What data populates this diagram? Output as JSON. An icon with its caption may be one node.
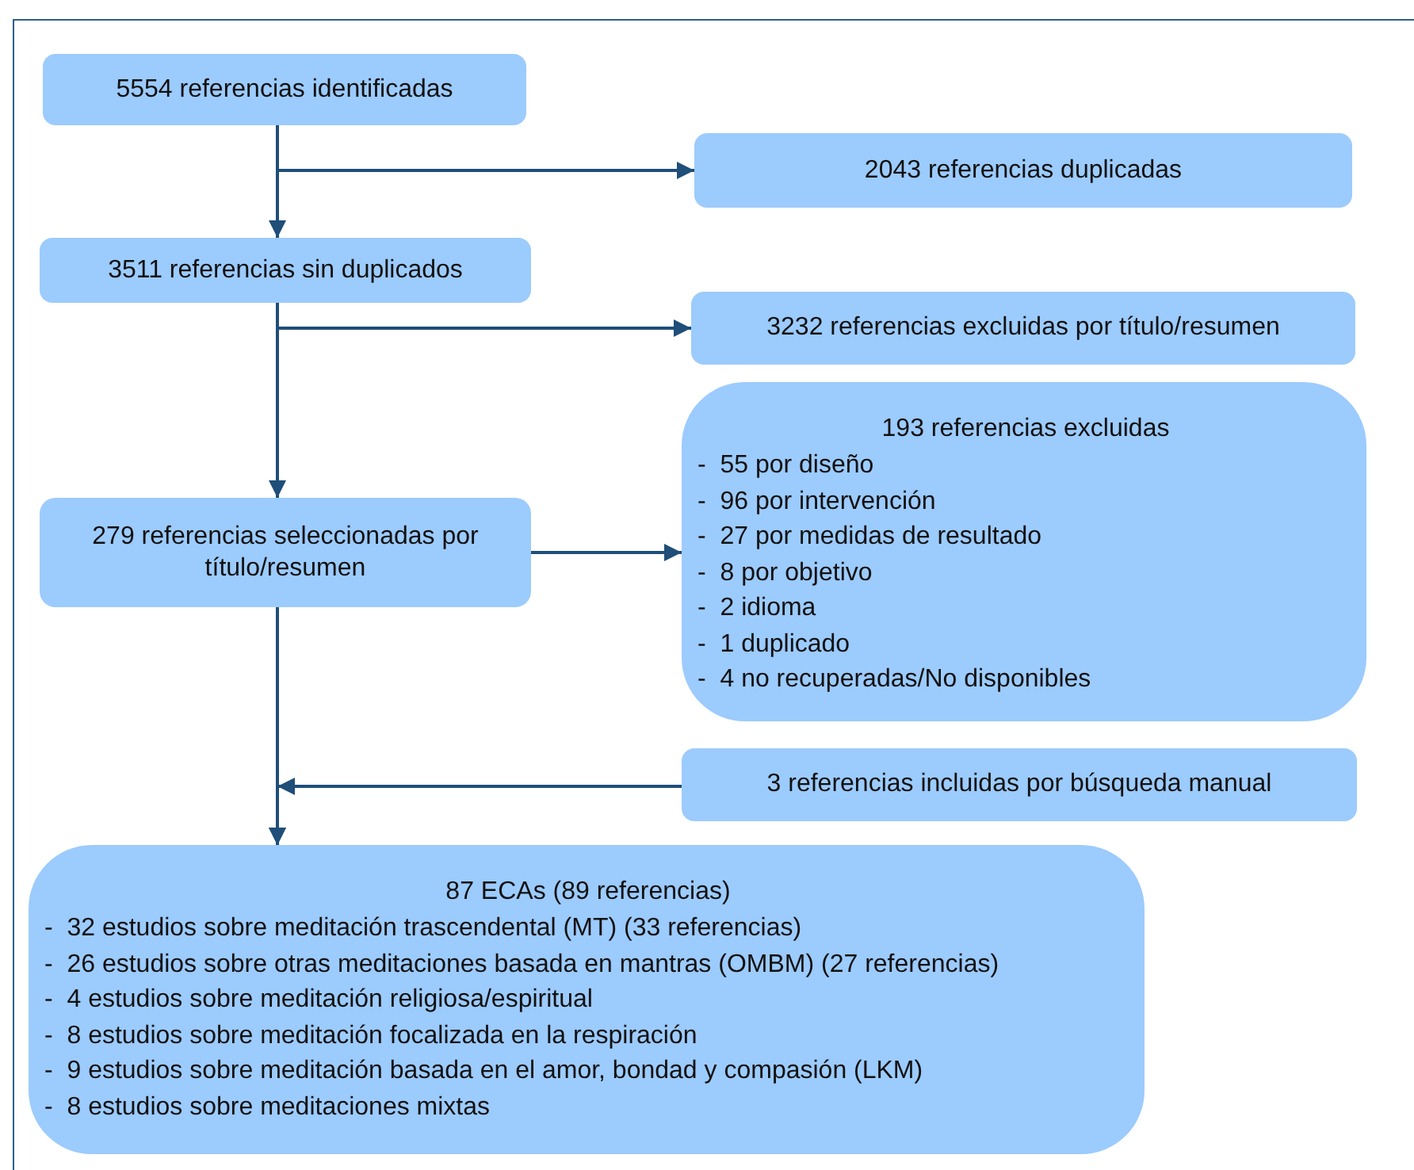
{
  "diagram": {
    "nodes": [
      {
        "text": [
          "5554 referencias identificadas"
        ]
      },
      {
        "text": [
          "2043 referencias duplicadas"
        ]
      },
      {
        "text": [
          "3511 referencias sin duplicados"
        ]
      },
      {
        "text": [
          "3232 referencias excluidas por título/resumen"
        ]
      },
      {
        "text": [
          "193 referencias excluidas",
          "-  55 por diseño",
          "-  96 por intervención",
          "-  27 por medidas de resultado",
          "-  8 por objetivo",
          "-  2 idioma",
          "-  1 duplicado",
          "-  4 no recuperadas/No disponibles"
        ]
      },
      {
        "text": [
          "279 referencias seleccionadas por título/resumen"
        ]
      },
      {
        "text": [
          "3 referencias incluidas por búsqueda manual"
        ]
      },
      {
        "text": [
          "87 ECAs (89 referencias)",
          "-  32 estudios sobre meditación trascendental (MT) (33 referencias)",
          "-  26 estudios sobre otras meditaciones basada en mantras (OMBM) (27 referencias)",
          "-  4 estudios sobre meditación religiosa/espiritual",
          "-  8 estudios sobre meditación focalizada en la respiración",
          "-  9 estudios sobre meditación basada en el amor, bondad y compasión (LKM)",
          "-  8 estudios sobre meditaciones mixtas"
        ]
      }
    ],
    "edges": [
      {
        "from": 0,
        "to": 2,
        "arrow": "to"
      },
      {
        "from": 0,
        "to": 1,
        "arrow": "to"
      },
      {
        "from": 2,
        "to": 5,
        "arrow": "to"
      },
      {
        "from": 2,
        "to": 3,
        "arrow": "to"
      },
      {
        "from": 5,
        "to": 4,
        "arrow": "to"
      },
      {
        "from": 5,
        "to": 7,
        "arrow": "to"
      },
      {
        "from": 6,
        "to": 7,
        "arrow": "to"
      }
    ]
  }
}
